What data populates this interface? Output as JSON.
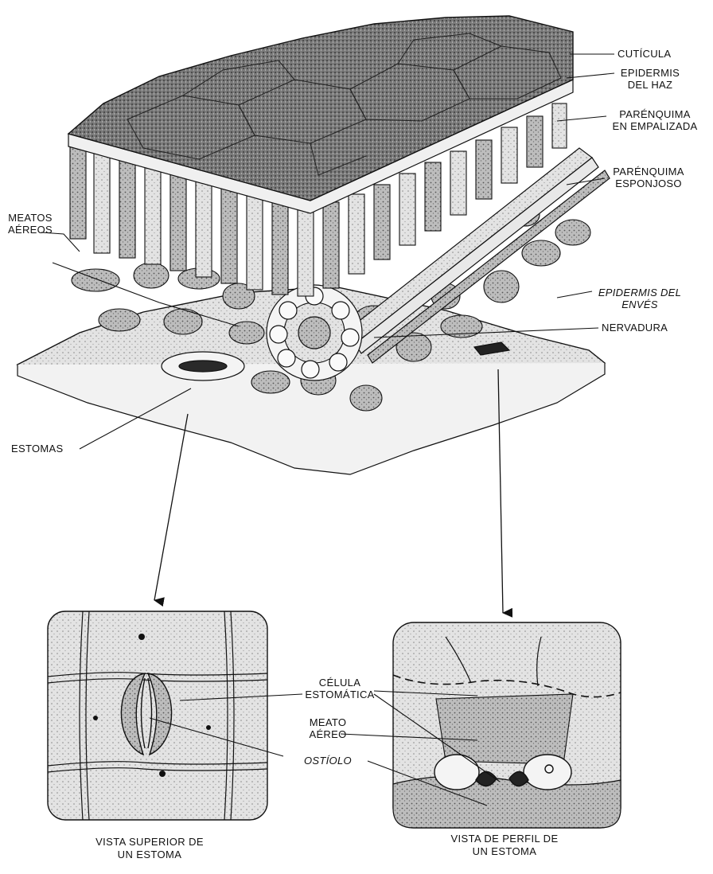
{
  "labels": {
    "cuticula": "CUTÍCULA",
    "epidermis_haz_1": "EPIDERMIS",
    "epidermis_haz_2": "DEL HAZ",
    "parenquima_empalizada_1": "PARÉNQUIMA",
    "parenquima_empalizada_2": "EN EMPALIZADA",
    "parenquima_esponjoso_1": "PARÉNQUIMA",
    "parenquima_esponjoso_2": "ESPONJOSO",
    "meatos_1": "MEATOS",
    "meatos_2": "AÉREOS",
    "epidermis_enves_1": "EPIDERMIS DEL",
    "epidermis_enves_2": "ENVÉS",
    "nervadura": "NERVADURA",
    "estomas": "ESTOMAS",
    "celula_1": "CÉLULA",
    "celula_2": "ESTOMÁTICA",
    "meato_1": "MEATO",
    "meato_2": "AÉREO",
    "ostiolo": "OSTÍOLO"
  },
  "captions": {
    "superior_1": "VISTA SUPERIOR DE",
    "superior_2": "UN ESTOMA",
    "perfil_1": "VISTA DE PERFIL DE",
    "perfil_2": "UN ESTOMA"
  },
  "colors": {
    "ink": "#111111",
    "stipple_dark": "#6e6e6e",
    "stipple_mid": "#a8a8a8",
    "stipple_light": "#d6d6d6"
  }
}
